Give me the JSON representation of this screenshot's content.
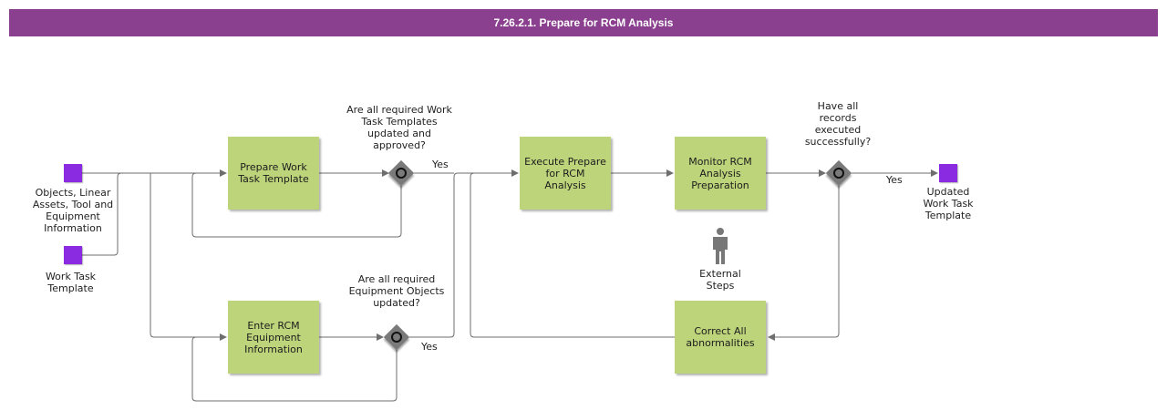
{
  "title": "7.26.2.1. Prepare for RCM Analysis",
  "tasks": {
    "prepare_wtt": "Prepare Work\nTask Template",
    "enter_rcm": "Enter RCM\nEquipment\nInformation",
    "execute": "Execute Prepare\nfor RCM\nAnalysis",
    "monitor": "Monitor RCM\nAnalysis\nPreparation",
    "correct": "Correct All\nabnormalities"
  },
  "inputs": {
    "objects": "Objects, Linear\nAssets, Tool and\nEquipment\nInformation",
    "work_task": "Work Task\nTemplate"
  },
  "output": "Updated\nWork Task\nTemplate",
  "gateways": {
    "wtt_q": "Are all required Work\nTask Templates\nupdated and\napproved?",
    "eq_q": "Are all required\nEquipment Objects\nupdated?",
    "records_q": "Have all\nrecords\nexecuted\nsuccessfully?"
  },
  "yes": "Yes",
  "external": "External\nSteps",
  "colors": {
    "title_bg": "#8a3f8f",
    "task": "#bdd47b",
    "data": "#8a2be2",
    "gateway": "#7a7a7a",
    "line": "#6e6e6e"
  }
}
